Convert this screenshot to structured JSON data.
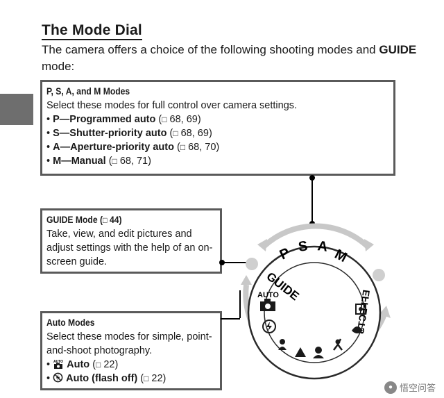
{
  "title": "The Mode Dial",
  "intro": {
    "text_start": "The camera offers a choice of the following shooting modes and",
    "guide_word": "GUIDE",
    "text_end": " mode:"
  },
  "psam_box": {
    "heading": "P, S, A, and M Modes",
    "description": "Select these modes for full control over camera settings.",
    "items": [
      {
        "mode": "P",
        "name": "Programmed auto",
        "pages": "68, 69"
      },
      {
        "mode": "S",
        "name": "Shutter-priority auto",
        "pages": "68, 69"
      },
      {
        "mode": "A",
        "name": "Aperture-priority auto",
        "pages": "68, 70"
      },
      {
        "mode": "M",
        "name": "Manual",
        "pages": "68, 71"
      }
    ]
  },
  "guide_box": {
    "heading": "GUIDE Mode",
    "heading_page": "44",
    "description": "Take, view, and edit pictures and adjust settings with the help of an on-screen guide."
  },
  "auto_box": {
    "heading": "Auto Modes",
    "description": "Select these modes for simple, point-and-shoot photography.",
    "items": [
      {
        "icon": "auto-camera-icon",
        "name": "Auto",
        "pages": "22"
      },
      {
        "icon": "flash-off-icon",
        "name": "Auto (flash off)",
        "pages": "22"
      }
    ]
  },
  "dial": {
    "letters": [
      "P",
      "S",
      "A",
      "M"
    ],
    "guide_label": "GUIDE",
    "auto_label": "AUTO",
    "effects_label": "EFFECTS"
  },
  "bullet": "•",
  "dash": "—",
  "paren_open": "(",
  "paren_close": ")",
  "book_icon": "□",
  "watermark": "悟空问答"
}
